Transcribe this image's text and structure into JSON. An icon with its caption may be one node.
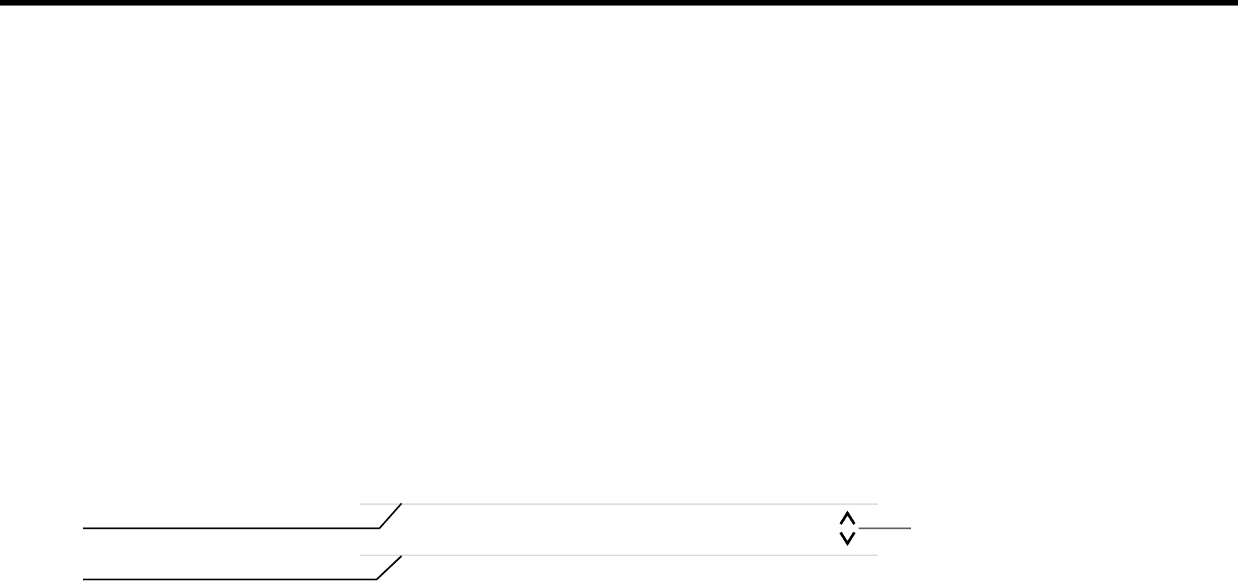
{
  "diagram": {
    "nodes": [
      {
        "text": [],
        "shape": "box"
      },
      {
        "text": [],
        "shape": "box"
      },
      {
        "text": [],
        "shape": "chevron",
        "in": 0
      }
    ],
    "edges": [
      {
        "from": null,
        "to": 0,
        "arrow": "none"
      },
      {
        "from": null,
        "to": 1,
        "arrow": "none"
      },
      {
        "from": null,
        "to": 2,
        "arrow": "none",
        "color": "#666666"
      }
    ]
  }
}
